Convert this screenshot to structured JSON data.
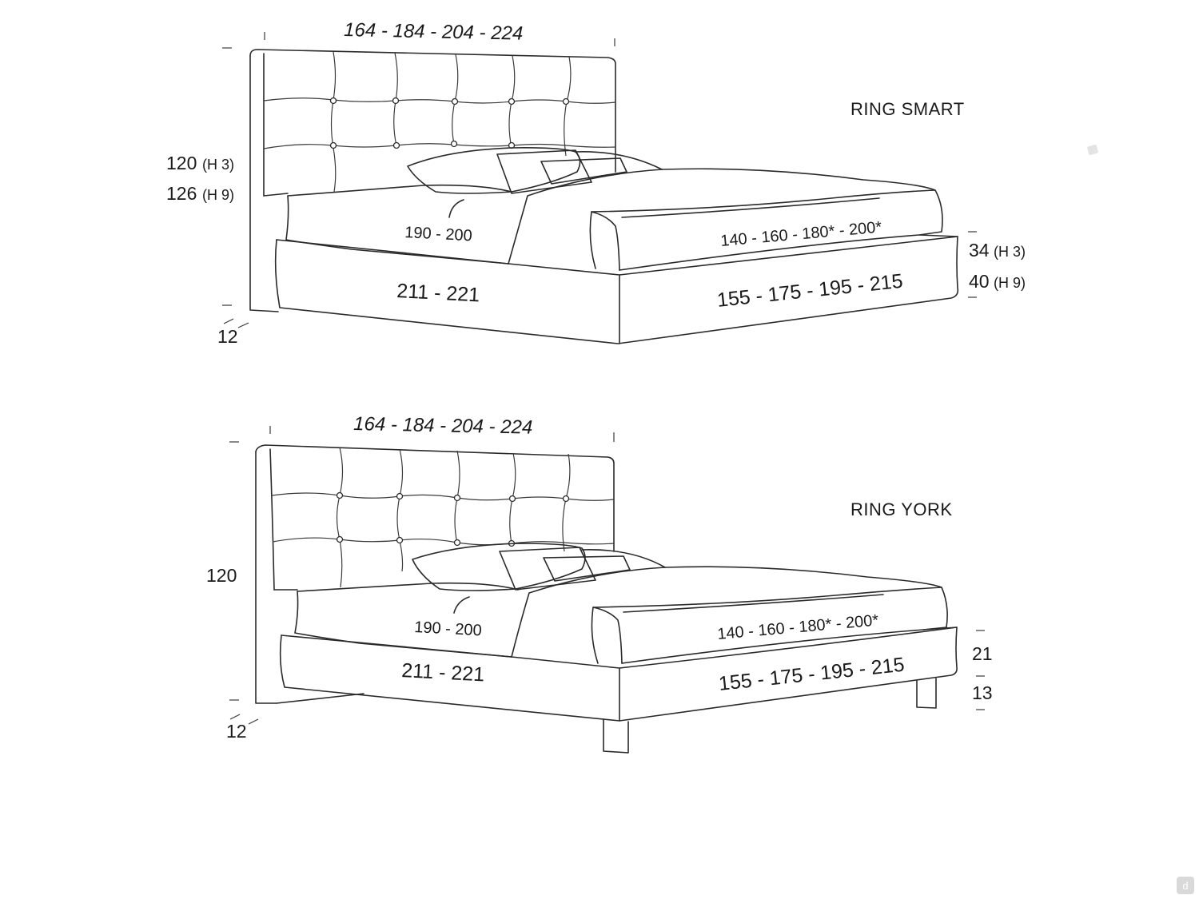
{
  "beds": [
    {
      "name": "RING SMART",
      "width_label": "164 - 184 - 204 - 224",
      "headboard_height_1": "120",
      "headboard_height_1_note": "(H 3)",
      "headboard_height_2": "126",
      "headboard_height_2_note": "(H 9)",
      "mattress_length": "190 - 200",
      "mattress_width": "140 - 160 - 180* - 200*",
      "frame_length": "211 - 221",
      "frame_width": "155 - 175 - 195 - 215",
      "frame_height_1": "34",
      "frame_height_1_note": "(H 3)",
      "frame_height_2": "40",
      "frame_height_2_note": "(H 9)",
      "headboard_depth": "12"
    },
    {
      "name": "RING YORK",
      "width_label": "164 - 184 - 204 - 224",
      "headboard_height": "120",
      "mattress_length": "190 - 200",
      "mattress_width": "140 - 160 - 180* - 200*",
      "frame_length": "211 - 221",
      "frame_width": "155 - 175 - 195 - 215",
      "frame_height": "21",
      "leg_height": "13",
      "headboard_depth": "12"
    }
  ],
  "watermark_icon": "d-logo-icon"
}
